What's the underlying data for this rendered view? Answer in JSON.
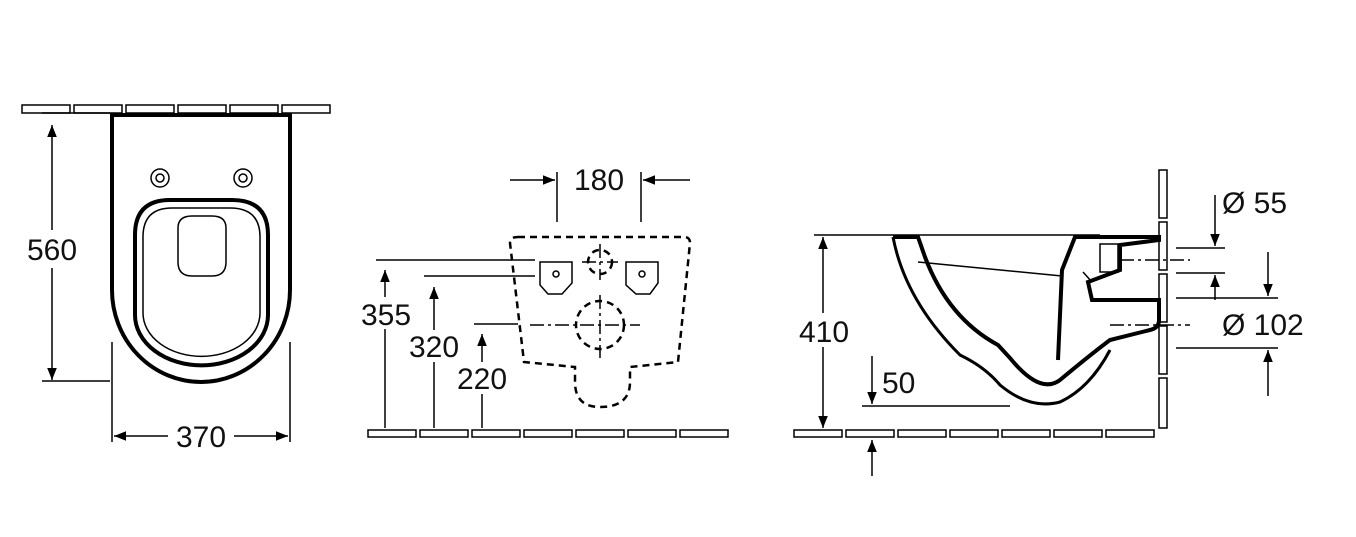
{
  "top_view": {
    "depth_label": "560",
    "width_label": "370"
  },
  "front_view": {
    "fixing_spacing_label": "180",
    "height_355_label": "355",
    "height_320_label": "320",
    "height_220_label": "220"
  },
  "side_view": {
    "rim_height_label": "410",
    "drain_height_label": "50",
    "inlet_diameter_label": "Ø 55",
    "outlet_diameter_label": "Ø 102"
  }
}
